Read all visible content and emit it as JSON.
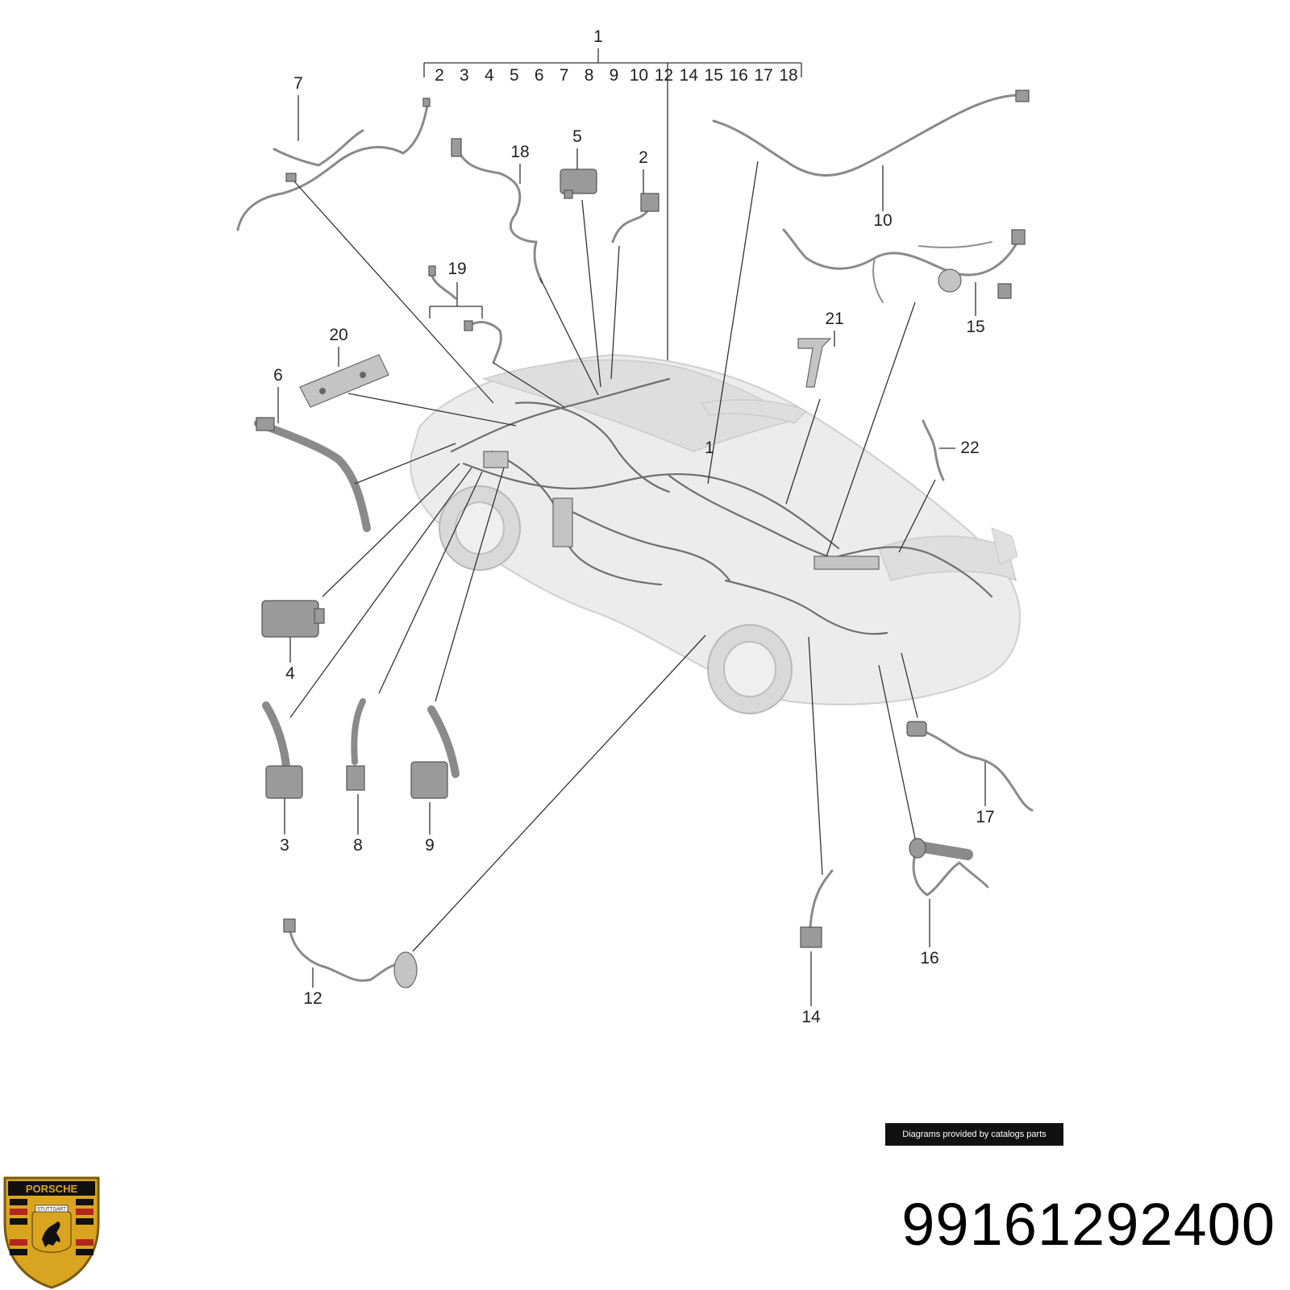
{
  "diagram": {
    "top_callout": "1",
    "index_numbers": [
      "2",
      "3",
      "4",
      "5",
      "6",
      "7",
      "8",
      "9",
      "10",
      "12",
      "14",
      "15",
      "16",
      "17",
      "18"
    ],
    "callouts": {
      "c2": "2",
      "c3": "3",
      "c4": "4",
      "c5": "5",
      "c6": "6",
      "c7": "7",
      "c8": "8",
      "c9": "9",
      "c10": "10",
      "c12": "12",
      "c14": "14",
      "c15": "15",
      "c16": "16",
      "c17": "17",
      "c18": "18",
      "c19": "19",
      "c20": "20",
      "c21": "21",
      "c22": "22",
      "c1b": "1"
    }
  },
  "credit": "Diagrams provided by catalogs parts",
  "part_number": "99161292400",
  "brand": {
    "logo_icon": "porsche-crest-icon",
    "logo_text": "PORSCHE",
    "logo_subtext": "STUTTGART",
    "colors": {
      "gold": "#d9a521",
      "red": "#b3261e",
      "black": "#111111"
    }
  }
}
